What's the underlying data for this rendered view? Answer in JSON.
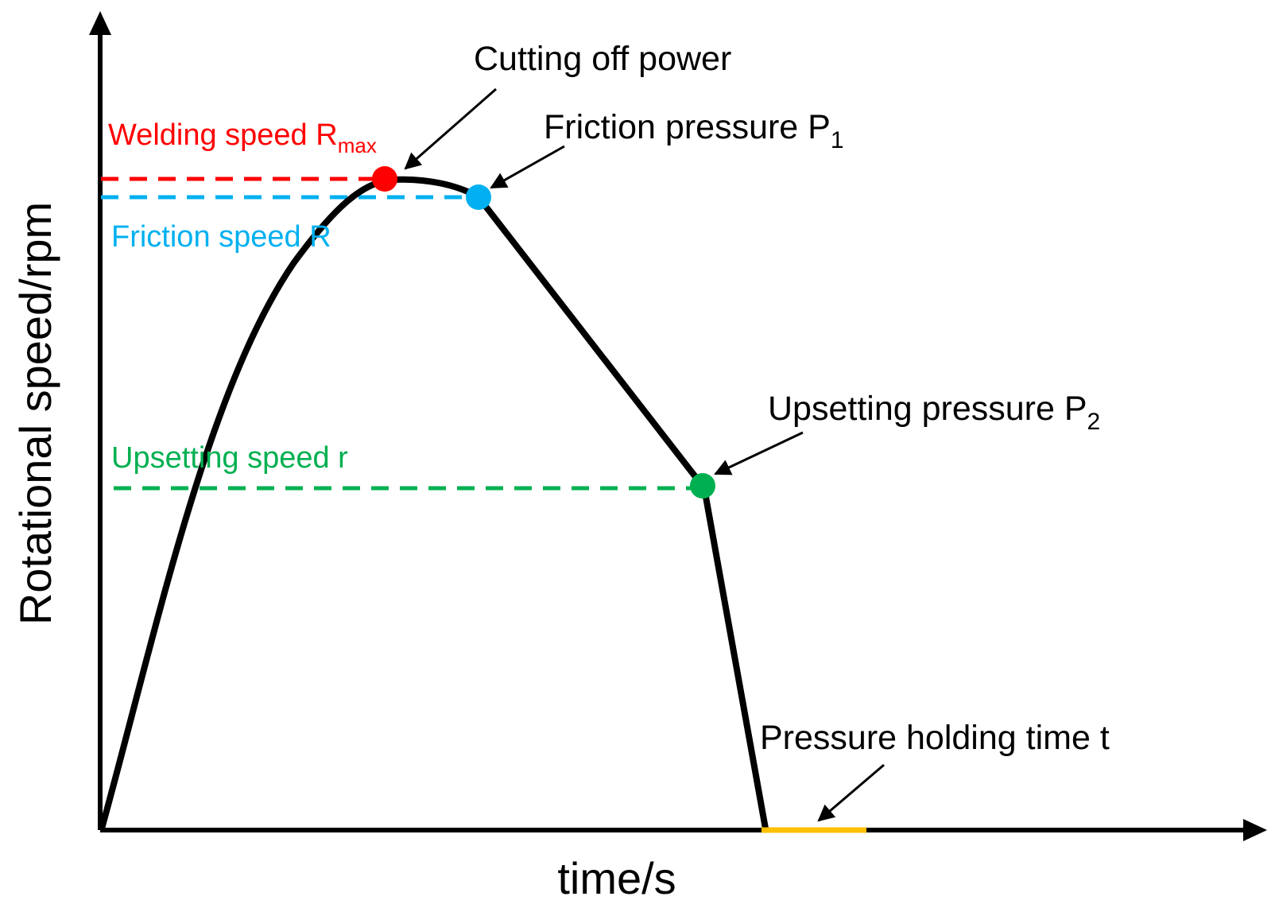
{
  "axes": {
    "x_label": "time/s",
    "y_label": "Rotational speed/rpm"
  },
  "labels": {
    "welding_speed": {
      "text": "Welding speed R",
      "subscript": "max",
      "color": "#ff0000"
    },
    "friction_speed": {
      "text": "Friction speed R",
      "color": "#00b0f0"
    },
    "upsetting_speed": {
      "text": "Upsetting speed r",
      "color": "#00b050"
    },
    "cutting_off_power": {
      "text": "Cutting off power",
      "color": "#000000"
    },
    "friction_pressure": {
      "text": "Friction pressure P",
      "subscript": "1",
      "color": "#000000"
    },
    "upsetting_pressure": {
      "text": "Upsetting pressure P",
      "subscript": "2",
      "color": "#000000"
    },
    "pressure_holding_time": {
      "text": "Pressure holding time t",
      "color": "#000000"
    }
  },
  "colors": {
    "curve": "#000000",
    "welding_point": "#ff0000",
    "friction_point": "#00b0f0",
    "upsetting_point": "#00b050",
    "holding_segment": "#ffc000"
  }
}
